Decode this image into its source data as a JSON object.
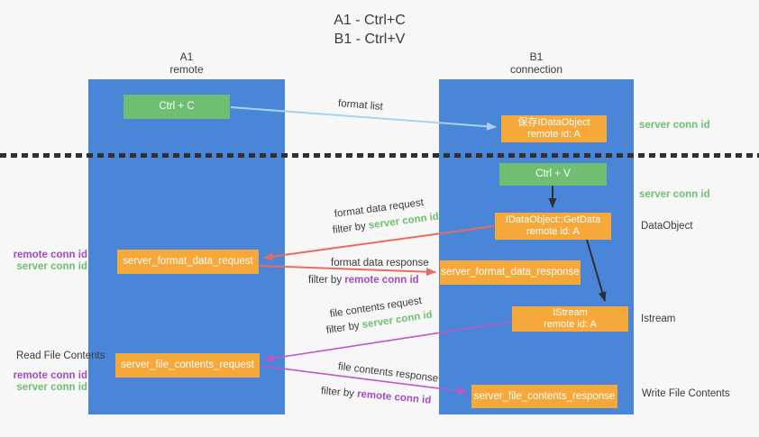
{
  "title": {
    "line1": "A1 - Ctrl+C",
    "line2": "B1 - Ctrl+V"
  },
  "lanes": {
    "a1": {
      "name": "A1",
      "role": "remote"
    },
    "b1": {
      "name": "B1",
      "role": "connection"
    }
  },
  "nodes": {
    "ctrl_c": {
      "label": "Ctrl + C"
    },
    "save_idataobject": {
      "line1": "保存IDataObject",
      "line2": "remote id: A"
    },
    "ctrl_v": {
      "label": "Ctrl + V"
    },
    "getdata": {
      "line1": "IDataObject::GetData",
      "line2": "remote id: A"
    },
    "format_request": {
      "label": "server_format_data_request"
    },
    "format_response": {
      "label": "server_format_data_response"
    },
    "istream": {
      "line1": "IStream",
      "line2": "remote id: A"
    },
    "file_request": {
      "label": "server_file_contents_request"
    },
    "file_response": {
      "label": "server_file_contents_response"
    }
  },
  "flows": {
    "format_list": {
      "label": "format list"
    },
    "format_request": {
      "label": "format data request",
      "filter_prefix": "filter by ",
      "filter_key": "server conn id"
    },
    "format_response": {
      "label": "format data response",
      "filter_prefix": "filter by ",
      "filter_key": "remote conn id"
    },
    "file_request": {
      "label": "file contents request",
      "filter_prefix": "filter by ",
      "filter_key": "server conn id"
    },
    "file_response": {
      "label": "file contents response",
      "filter_prefix": "filter by ",
      "filter_key": "remote conn id"
    }
  },
  "side_labels": {
    "right_server_conn_top": "server conn id",
    "right_server_conn_mid": "server conn id",
    "dataobject": "DataObject",
    "istream": "Istream",
    "write_file_contents": "Write File Contents",
    "left_remote_conn_top": "remote conn id",
    "left_server_conn_top": "server conn id",
    "read_file_contents": "Read File Contents",
    "left_remote_conn_bottom": "remote conn id",
    "left_server_conn_bottom": "server conn id"
  },
  "colors": {
    "background": "#f7f7f7",
    "lane-blue": "#4a86d8",
    "box-green": "#6fbe71",
    "box-orange": "#f7a83a",
    "box-text": "#ffffff",
    "text-dark": "#3b3b3b",
    "text-green": "#6fbf72",
    "text-purple": "#a64ac6",
    "arrow-red": "#e96a5f",
    "arrow-magenta": "#c455c4",
    "arrow-blue": "#a8d2f0",
    "arrow-black": "#2f2f2f"
  }
}
